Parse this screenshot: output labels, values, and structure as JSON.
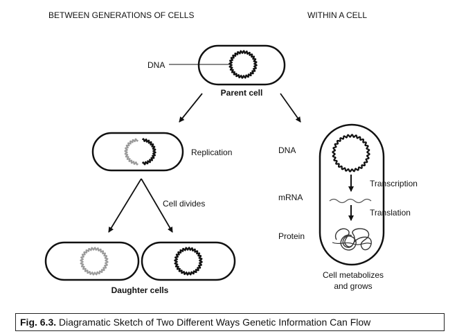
{
  "headings": {
    "left": "BETWEEN GENERATIONS OF CELLS",
    "right": "WITHIN A CELL"
  },
  "labels": {
    "dna_top": "DNA",
    "parent_cell": "Parent cell",
    "replication": "Replication",
    "cell_divides": "Cell divides",
    "daughter_cells": "Daughter cells",
    "dna_right": "DNA",
    "mrna": "mRNA",
    "protein": "Protein",
    "transcription": "Transcription",
    "translation": "Translation",
    "metabolizes_line1": "Cell metabolizes",
    "metabolizes_line2": "and grows"
  },
  "caption": {
    "prefix": "Fig. 6.3.",
    "text": " Diagramatic Sketch of Two Different Ways Genetic Information Can Flow"
  }
}
